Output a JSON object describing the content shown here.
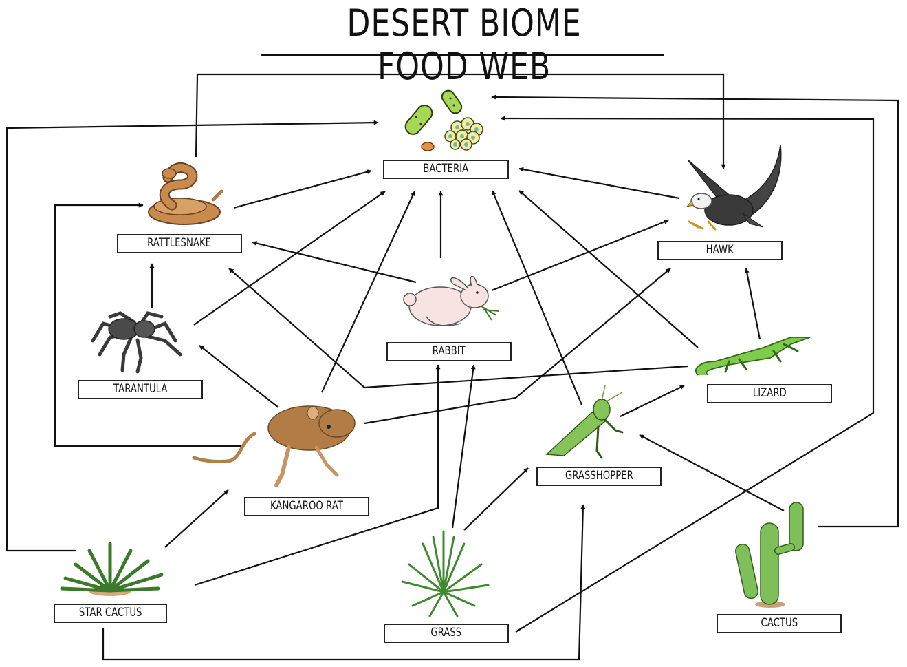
{
  "title": "DESERT BIOME FOOD WEB",
  "organisms": [
    {
      "id": "bacteria",
      "label": "BACTERIA",
      "role": "decomposer"
    },
    {
      "id": "rattlesnake",
      "label": "RATTLESNAKE",
      "role": "consumer"
    },
    {
      "id": "hawk",
      "label": "HAWK",
      "role": "consumer"
    },
    {
      "id": "rabbit",
      "label": "RABBIT",
      "role": "consumer"
    },
    {
      "id": "tarantula",
      "label": "TARANTULA",
      "role": "consumer"
    },
    {
      "id": "lizard",
      "label": "LIZARD",
      "role": "consumer"
    },
    {
      "id": "kangaroo_rat",
      "label": "KANGAROO RAT",
      "role": "consumer"
    },
    {
      "id": "grasshopper",
      "label": "GRASSHOPPER",
      "role": "consumer"
    },
    {
      "id": "star_cactus",
      "label": "STAR CACTUS",
      "role": "producer"
    },
    {
      "id": "grass",
      "label": "GRASS",
      "role": "producer"
    },
    {
      "id": "cactus",
      "label": "CACTUS",
      "role": "producer"
    }
  ],
  "energy_flows": [
    {
      "from": "rattlesnake",
      "to": "hawk"
    },
    {
      "from": "rattlesnake",
      "to": "bacteria"
    },
    {
      "from": "hawk",
      "to": "bacteria"
    },
    {
      "from": "rabbit",
      "to": "bacteria"
    },
    {
      "from": "rabbit",
      "to": "rattlesnake"
    },
    {
      "from": "rabbit",
      "to": "hawk"
    },
    {
      "from": "tarantula",
      "to": "rattlesnake"
    },
    {
      "from": "tarantula",
      "to": "bacteria"
    },
    {
      "from": "kangaroo_rat",
      "to": "tarantula"
    },
    {
      "from": "kangaroo_rat",
      "to": "bacteria"
    },
    {
      "from": "kangaroo_rat",
      "to": "rattlesnake"
    },
    {
      "from": "kangaroo_rat",
      "to": "hawk"
    },
    {
      "from": "lizard",
      "to": "hawk"
    },
    {
      "from": "lizard",
      "to": "bacteria"
    },
    {
      "from": "lizard",
      "to": "rattlesnake"
    },
    {
      "from": "grasshopper",
      "to": "lizard"
    },
    {
      "from": "grasshopper",
      "to": "bacteria"
    },
    {
      "from": "grass",
      "to": "rabbit"
    },
    {
      "from": "grass",
      "to": "grasshopper"
    },
    {
      "from": "grass",
      "to": "bacteria"
    },
    {
      "from": "star_cactus",
      "to": "kangaroo_rat"
    },
    {
      "from": "star_cactus",
      "to": "rabbit"
    },
    {
      "from": "star_cactus",
      "to": "bacteria"
    },
    {
      "from": "star_cactus",
      "to": "grasshopper"
    },
    {
      "from": "cactus",
      "to": "grasshopper"
    },
    {
      "from": "cactus",
      "to": "bacteria"
    }
  ]
}
